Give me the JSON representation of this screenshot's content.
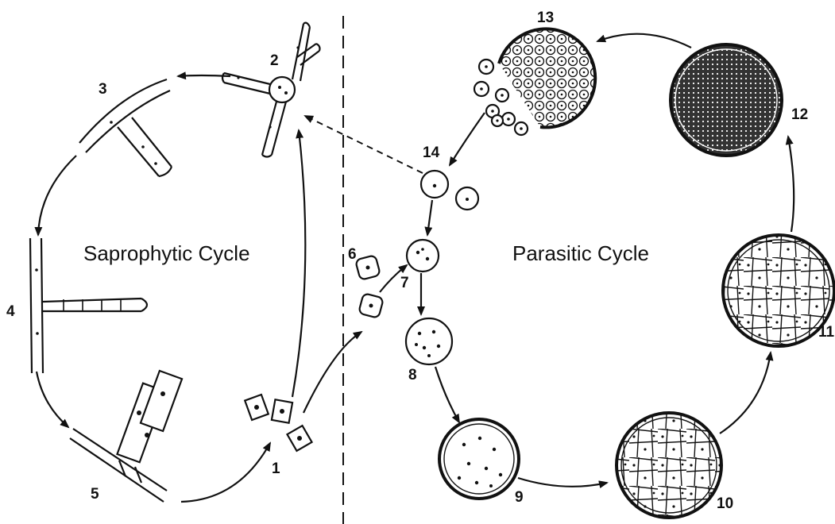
{
  "saprophytic_title": "Saprophytic Cycle",
  "parasitic_title": "Parasitic Cycle",
  "stage_labels": [
    "1",
    "2",
    "3",
    "4",
    "5",
    "6",
    "7",
    "8",
    "9",
    "10",
    "11",
    "12",
    "13",
    "14"
  ]
}
